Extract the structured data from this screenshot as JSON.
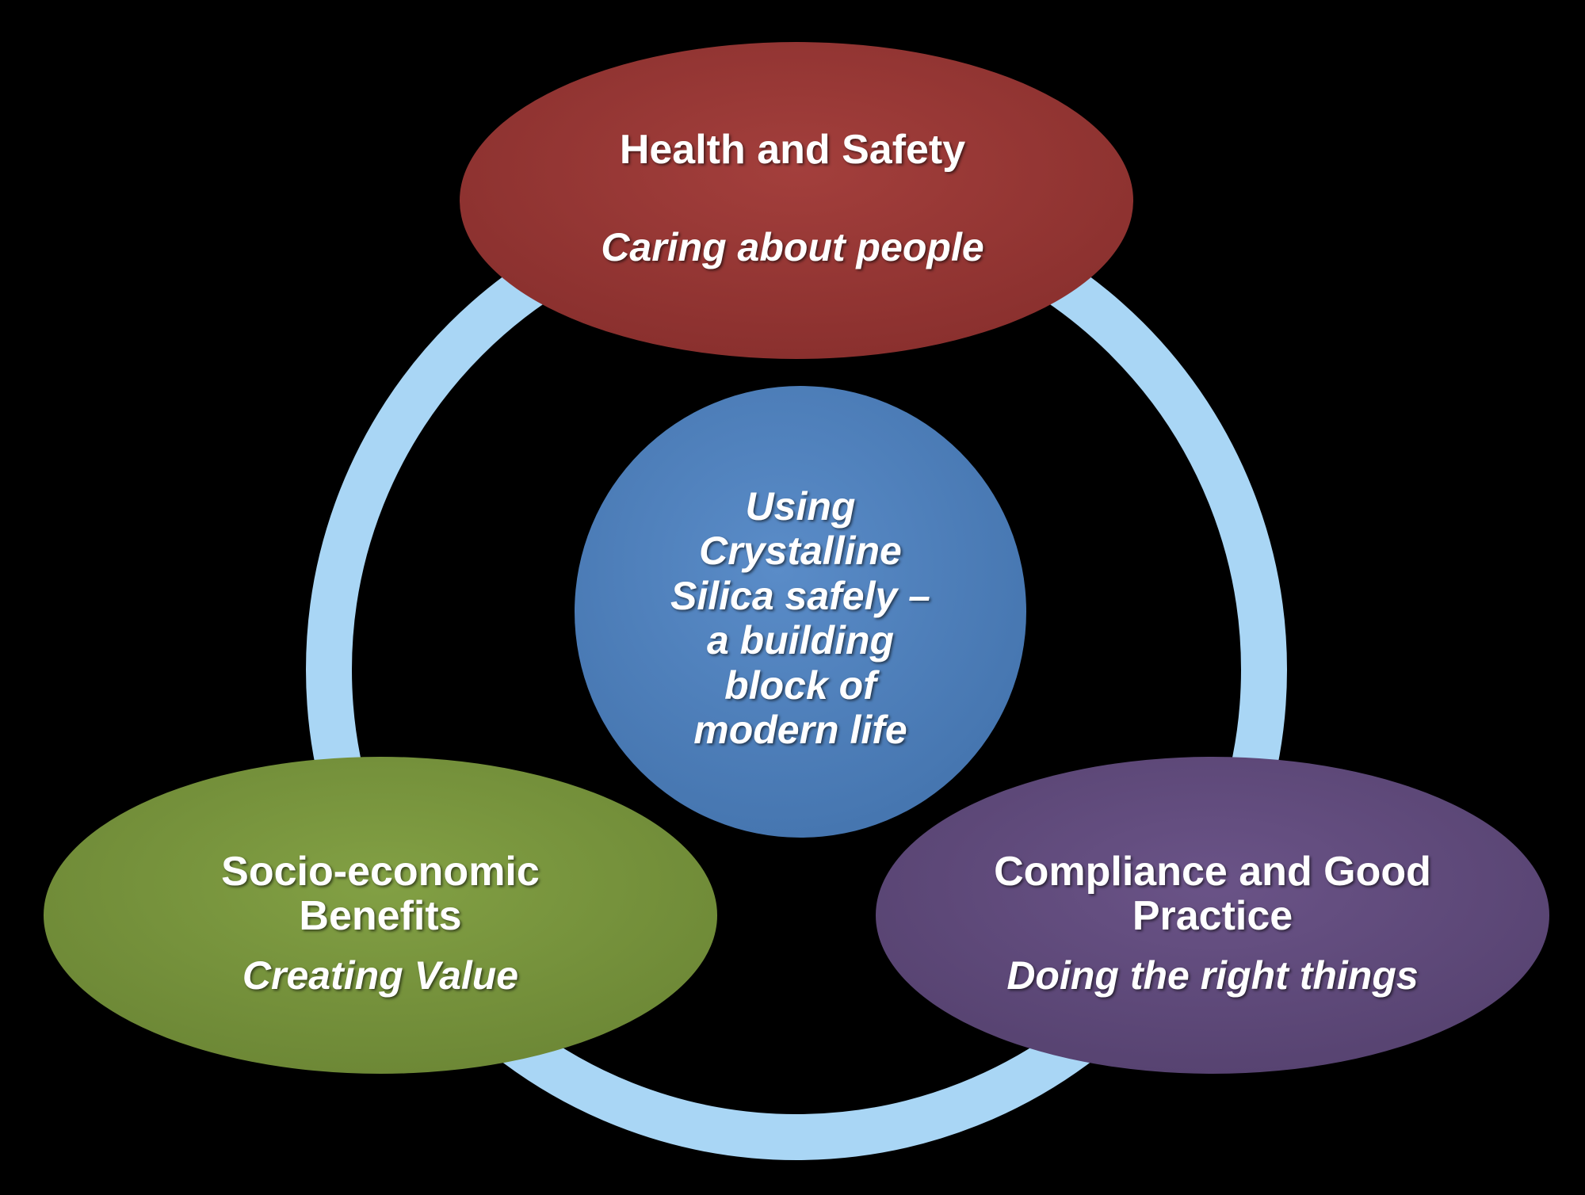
{
  "colors": {
    "background": "#000000",
    "ring": "#a9d6f5",
    "top": "#953735",
    "left": "#77933c",
    "right": "#604a7b",
    "center": "#4f81bd",
    "text": "#ffffff"
  },
  "top": {
    "title": "Health and Safety",
    "subtitle": "Caring about people"
  },
  "left": {
    "title_line1": "Socio-economic",
    "title_line2": "Benefits",
    "subtitle": "Creating Value"
  },
  "right": {
    "title_line1": "Compliance and Good",
    "title_line2": "Practice",
    "subtitle": "Doing the right things"
  },
  "center": {
    "lines": [
      "Using",
      "Crystalline",
      "Silica safely –",
      "a building",
      "block of",
      "modern life"
    ]
  }
}
